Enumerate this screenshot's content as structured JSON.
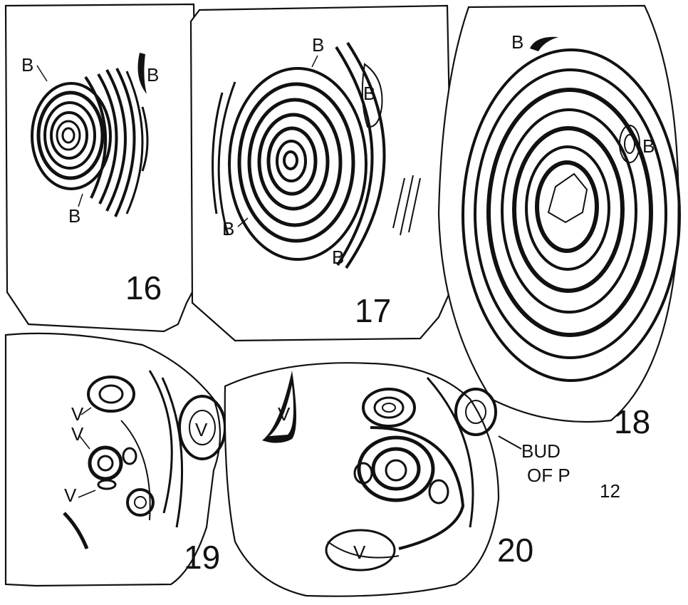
{
  "figures": [
    {
      "number": "16",
      "labels": [
        "B",
        "B",
        "B"
      ]
    },
    {
      "number": "17",
      "labels": [
        "B",
        "B",
        "B",
        "B"
      ]
    },
    {
      "number": "18",
      "labels": [
        "B",
        "B"
      ]
    },
    {
      "number": "19",
      "labels": [
        "V",
        "V",
        "V",
        "V"
      ]
    },
    {
      "number": "20",
      "labels": [
        "V",
        "V"
      ],
      "bud_label_line1": "BUD",
      "bud_label_line2": "OF P",
      "bud_label_sub": "12"
    }
  ],
  "colors": {
    "ink": "#111111",
    "paper": "#ffffff"
  }
}
